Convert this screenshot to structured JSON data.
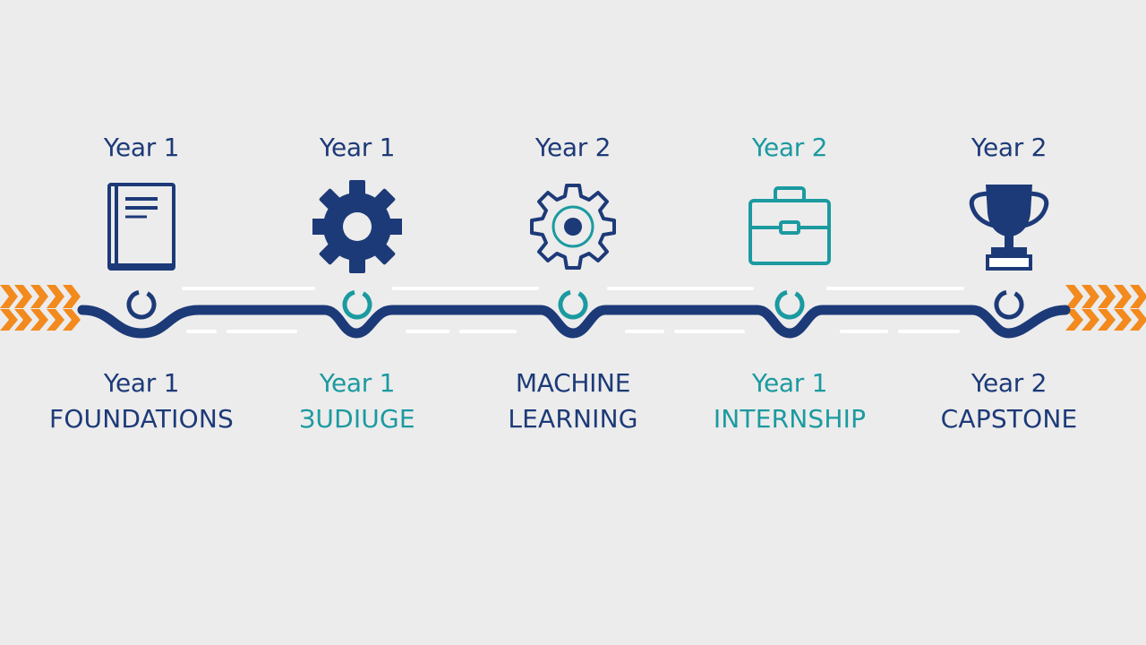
{
  "colors": {
    "navy": "#1d3a78",
    "teal": "#1b9aa0",
    "orange": "#f28a1e",
    "background": "#ececec"
  },
  "stages": [
    {
      "top_label": "Year 1",
      "icon": "book-icon",
      "bottom_year": "Year 1",
      "bottom_title": "FOUNDATIONS",
      "top_color": "navy",
      "bottom_color": "navy",
      "marker_color": "navy"
    },
    {
      "top_label": "Year 1",
      "icon": "gear-icon",
      "bottom_year": "Year 1",
      "bottom_title": "ЗUDIUGE",
      "top_color": "navy",
      "bottom_color": "teal",
      "marker_color": "teal"
    },
    {
      "top_label": "Year 2",
      "icon": "gear-outline-icon",
      "bottom_year": "MACHINE",
      "bottom_title": "LEARNING",
      "top_color": "navy",
      "bottom_color": "navy",
      "marker_color": "teal"
    },
    {
      "top_label": "Year 2",
      "icon": "briefcase-icon",
      "bottom_year": "Year 1",
      "bottom_title": "INTERNSHIP",
      "top_color": "teal",
      "bottom_color": "teal",
      "marker_color": "teal"
    },
    {
      "top_label": "Year 2",
      "icon": "trophy-icon",
      "bottom_year": "Year 2",
      "bottom_title": "CAPSTONE",
      "top_color": "navy",
      "bottom_color": "navy",
      "marker_color": "navy"
    }
  ]
}
